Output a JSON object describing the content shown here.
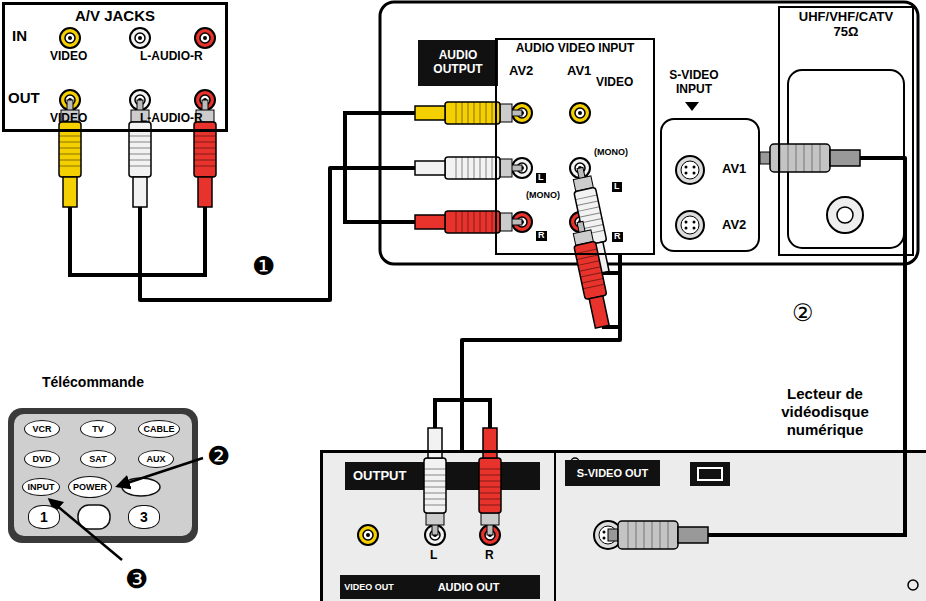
{
  "diagram": {
    "nodes": [
      {
        "text": [
          "A/V JACKS"
        ]
      },
      {
        "text": [
          "AUDIO OUTPUT"
        ]
      },
      {
        "text": [
          "AUDIO VIDEO INPUT"
        ]
      },
      {
        "text": [
          "S-VIDEO INPUT"
        ]
      },
      {
        "text": [
          "UHF/VHF/CATV 75Ω"
        ]
      },
      {
        "text": [
          "Télécommande"
        ]
      },
      {
        "text": [
          "VCR"
        ],
        "in": 5
      },
      {
        "text": [
          "TV"
        ],
        "in": 5
      },
      {
        "text": [
          "CABLE"
        ],
        "in": 5
      },
      {
        "text": [
          "DVD"
        ],
        "in": 5
      },
      {
        "text": [
          "SAT"
        ],
        "in": 5
      },
      {
        "text": [
          "AUX"
        ],
        "in": 5
      },
      {
        "text": [
          "INPUT"
        ],
        "in": 5
      },
      {
        "text": [
          "POWER"
        ],
        "in": 5
      },
      {
        "text": [
          "1"
        ],
        "in": 5
      },
      {
        "text": [
          "3"
        ],
        "in": 5
      },
      {
        "text": [
          "Lecteur de vidéodisque numérique"
        ]
      },
      {
        "text": [
          "OUTPUT"
        ],
        "in": 16
      },
      {
        "text": [
          "VIDEO OUT"
        ],
        "in": 16
      },
      {
        "text": [
          "AUDIO OUT"
        ],
        "in": 16
      },
      {
        "text": [
          "S-VIDEO OUT"
        ],
        "in": 16
      }
    ],
    "edges": [
      {
        "from": 0,
        "to": 2,
        "arrow": "none"
      },
      {
        "from": 16,
        "to": 2,
        "arrow": "none"
      },
      {
        "from": 16,
        "to": 3,
        "arrow": "none"
      }
    ],
    "labels": [
      "IN",
      "VIDEO",
      "L-AUDIO-R",
      "OUT",
      "VIDEO",
      "L-AUDIO-R",
      "AV2",
      "AV1",
      "VIDEO",
      "L",
      "(MONO)",
      "R",
      "(MONO)",
      "L",
      "R",
      "AV1",
      "AV2",
      "❶",
      "②",
      "❷",
      "❸",
      "L",
      "R"
    ]
  }
}
